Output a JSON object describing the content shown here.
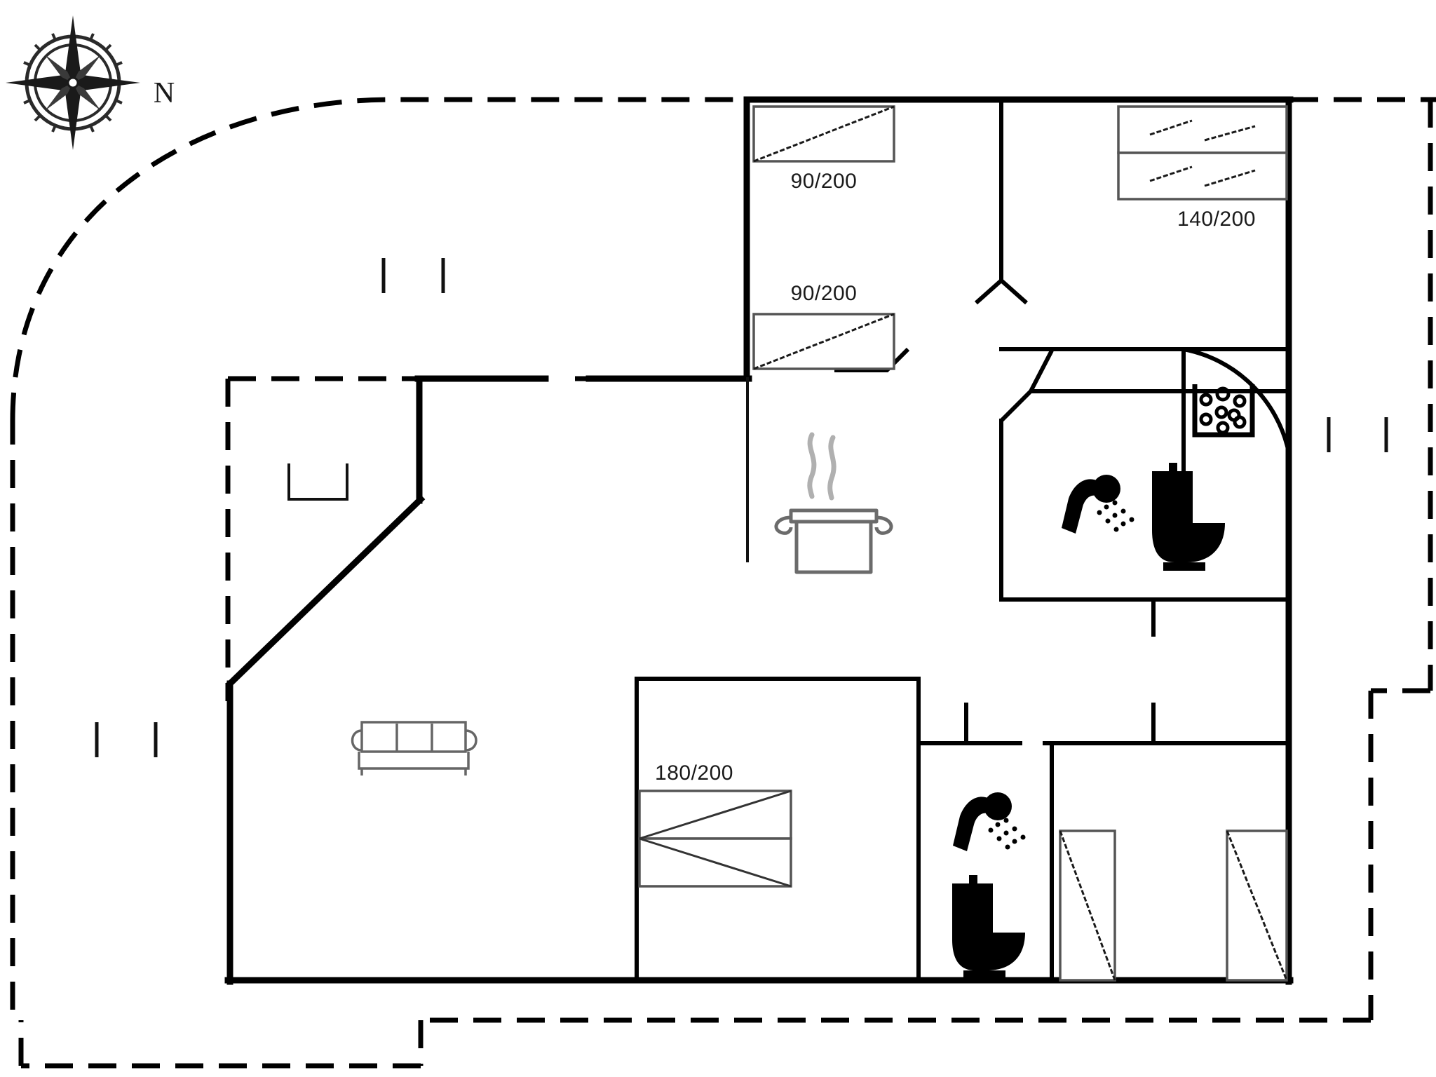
{
  "plan": {
    "title": "Holiday house floor plan",
    "compass": {
      "label": "N",
      "icon": "compass-rose-icon"
    },
    "line_colors": {
      "wall": "#000000",
      "furniture": "#666666",
      "icon_dark": "#000000",
      "icon_gray": "#6b6b6b",
      "steam": "#b0b0b0",
      "text": "#1a1a1a"
    },
    "beds": [
      {
        "id": "bed-top-left",
        "label": "90/200",
        "size": "single",
        "room": "bedroom-1"
      },
      {
        "id": "bed-top-right",
        "label": "140/200",
        "size": "double",
        "room": "bedroom-3"
      },
      {
        "id": "bed-middle-left",
        "label": "90/200",
        "size": "single",
        "room": "bedroom-2"
      },
      {
        "id": "bed-lower-center",
        "label": "180/200",
        "size": "double",
        "room": "bedroom-4"
      },
      {
        "id": "bed-lower-right-a",
        "label": "",
        "size": "single",
        "room": "bedroom-5"
      },
      {
        "id": "bed-lower-right-b",
        "label": "",
        "size": "single",
        "room": "bedroom-5"
      }
    ],
    "fixtures": [
      {
        "id": "kitchen-pot",
        "icon": "cooking-pot-icon",
        "room": "kitchen"
      },
      {
        "id": "sofa",
        "icon": "sofa-icon",
        "room": "living-room"
      },
      {
        "id": "shower-upper",
        "icon": "shower-icon",
        "room": "bathroom-1"
      },
      {
        "id": "toilet-upper",
        "icon": "toilet-icon",
        "room": "bathroom-1"
      },
      {
        "id": "washing-machine",
        "icon": "washing-machine-icon",
        "room": "utility"
      },
      {
        "id": "shower-lower",
        "icon": "shower-icon",
        "room": "bathroom-2"
      },
      {
        "id": "toilet-lower",
        "icon": "toilet-icon",
        "room": "bathroom-2"
      },
      {
        "id": "counter",
        "icon": "counter-icon",
        "room": "living-room"
      }
    ],
    "windows_count": 8,
    "doors_count": 5,
    "terrace": {
      "style": "dashed-outline",
      "name": "terrace-boundary"
    }
  }
}
